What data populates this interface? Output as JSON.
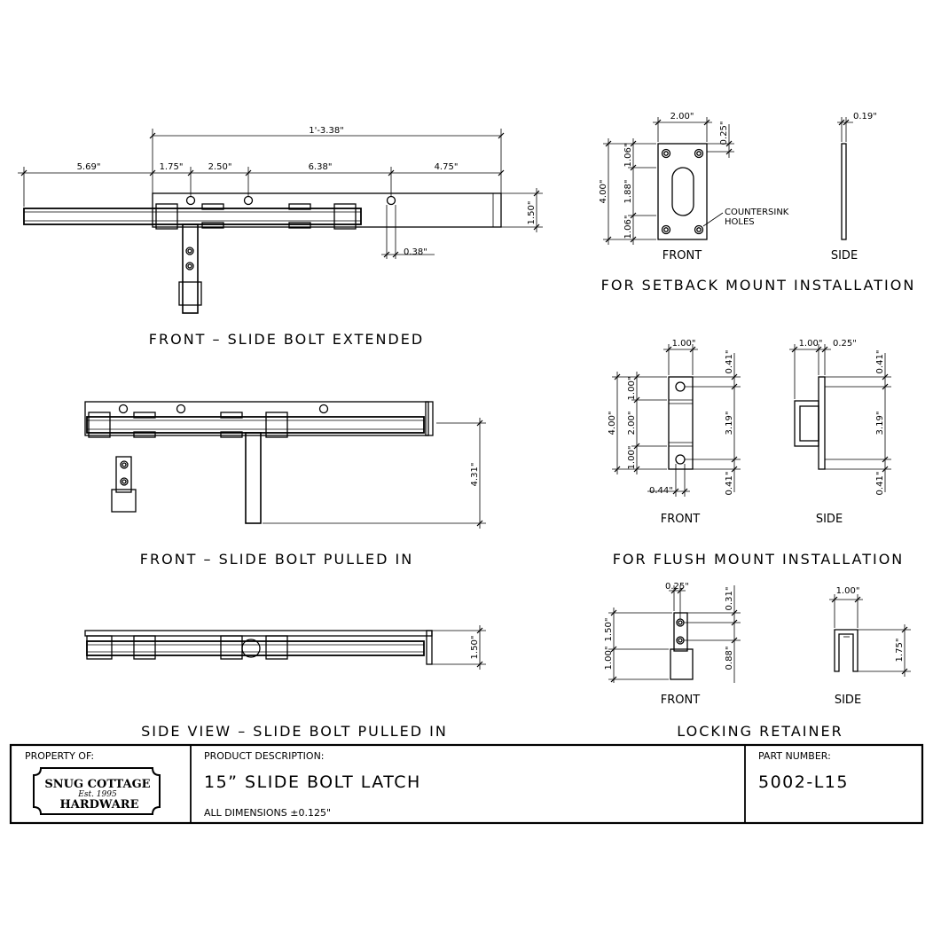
{
  "front_extended": {
    "caption": "FRONT – SLIDE BOLT EXTENDED",
    "dims": {
      "overall": "1'-3.38\"",
      "d1": "5.69\"",
      "d2": "1.75\"",
      "d3": "2.50\"",
      "d4": "6.38\"",
      "d5": "4.75\"",
      "height": "1.50\"",
      "hole": "0.38\""
    }
  },
  "front_pulled": {
    "caption": "FRONT – SLIDE BOLT PULLED IN",
    "dims": {
      "handle": "4.31\""
    }
  },
  "side_pulled": {
    "caption": "SIDE VIEW – SLIDE BOLT PULLED IN",
    "dims": {
      "height": "1.50\""
    }
  },
  "setback": {
    "caption": "FOR SETBACK MOUNT INSTALLATION",
    "front_label": "FRONT",
    "side_label": "SIDE",
    "note": [
      "COUNTERSINK",
      "HOLES"
    ],
    "dims": {
      "width": "2.00\"",
      "slot": "0.25\"",
      "overall": "4.00\"",
      "top": "1.06\"",
      "mid": "1.88\"",
      "bottom": "1.06\"",
      "thickness": "0.19\""
    }
  },
  "flush": {
    "caption": "FOR FLUSH MOUNT INSTALLATION",
    "front_label": "FRONT",
    "side_label": "SIDE",
    "dims": {
      "width": "1.00\"",
      "side_width": "1.00\"",
      "side_gap": "0.25\"",
      "overall": "4.00\"",
      "top": "1.00\"",
      "mid": "2.00\"",
      "bottom": "1.00\"",
      "top_offset": "0.41\"",
      "centers": "3.19\"",
      "bottom_offset": "0.41\"",
      "side_top": "0.41\"",
      "side_centers": "3.19\"",
      "side_bottom": "0.41\"",
      "hole": "0.44\""
    }
  },
  "locking": {
    "caption": "LOCKING RETAINER",
    "front_label": "FRONT",
    "side_label": "SIDE",
    "dims": {
      "offset": "0.25\"",
      "top": "0.31\"",
      "upper": "1.50\"",
      "lower": "1.00\"",
      "bottom": "0.88\"",
      "side_width": "1.00\"",
      "side_height": "1.75\""
    }
  },
  "title_block": {
    "property_label": "PROPERTY OF:",
    "logo": {
      "line1": "SNUG COTTAGE",
      "line2": "Est. 1995",
      "line3": "HARDWARE"
    },
    "product_label": "PRODUCT DESCRIPTION:",
    "product": "15” SLIDE BOLT LATCH",
    "tolerance": "ALL DIMENSIONS ±0.125\"",
    "part_label": "PART NUMBER:",
    "part_number": "5002-L15"
  }
}
